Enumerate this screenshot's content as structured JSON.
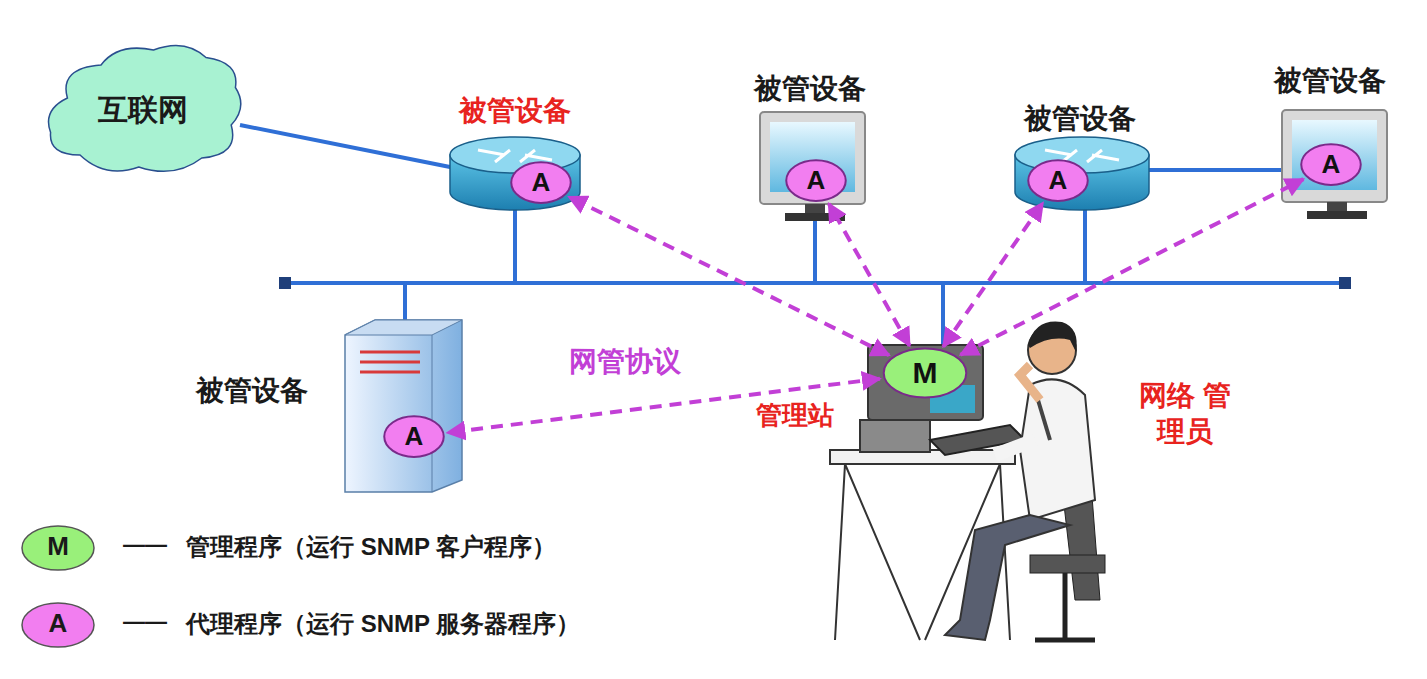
{
  "diagram": {
    "nodes": [
      {
        "text": [
          "互联网"
        ]
      },
      {
        "text": [
          "A"
        ]
      },
      {
        "text": [
          "A"
        ]
      },
      {
        "text": [
          "A"
        ]
      },
      {
        "text": [
          "A"
        ]
      },
      {
        "text": [
          "A"
        ]
      },
      {
        "text": [
          "M"
        ]
      }
    ],
    "edges": [
      {
        "from": 6,
        "to": 1,
        "arrow": "both"
      },
      {
        "from": 6,
        "to": 2,
        "arrow": "both"
      },
      {
        "from": 6,
        "to": 3,
        "arrow": "both"
      },
      {
        "from": 6,
        "to": 4,
        "arrow": "both"
      },
      {
        "from": 6,
        "to": 5,
        "arrow": "both"
      }
    ],
    "labels": [
      "被管设备",
      "被管设备",
      "被管设备",
      "被管设备",
      "被管设备",
      "网管协议",
      "管理站",
      "网络 管理员",
      "M",
      "A",
      "——",
      "——"
    ],
    "legend": [
      {
        "text": "管理程序（运行 SNMP 客户程序）",
        "color": "#99f07a"
      },
      {
        "text": "代理程序（运行 SNMP 服务器程序）",
        "color": "#f27ef0"
      }
    ]
  }
}
